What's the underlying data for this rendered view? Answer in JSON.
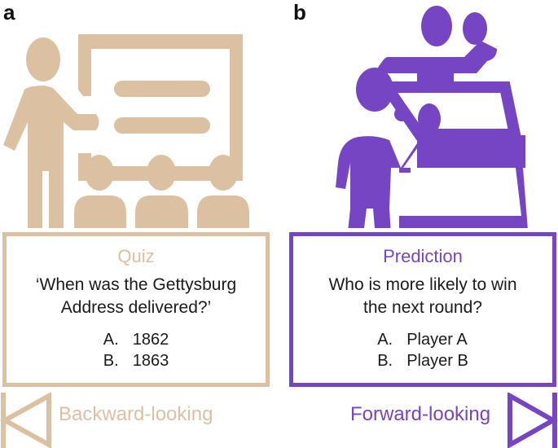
{
  "panels": [
    {
      "label": "a",
      "title": "Quiz",
      "question": "‘When was the Gettysburg Address delivered?’",
      "question_lines": [
        "‘When was the Gettysburg",
        "Address delivered?’"
      ],
      "options": [
        {
          "key": "A.",
          "text": "1862"
        },
        {
          "key": "B.",
          "text": "1863"
        }
      ],
      "direction": "Backward-looking",
      "icon": "teacher-classroom-icon",
      "color": "#dcc0a2"
    },
    {
      "label": "b",
      "title": "Prediction",
      "question_lines": [
        "Who is more likely to win",
        "the next round?"
      ],
      "options": [
        {
          "key": "A.",
          "text": "Player A"
        },
        {
          "key": "B.",
          "text": "Player B"
        }
      ],
      "direction": "Forward-looking",
      "icon": "table-tennis-players-icon",
      "color": "#7645c4"
    }
  ]
}
